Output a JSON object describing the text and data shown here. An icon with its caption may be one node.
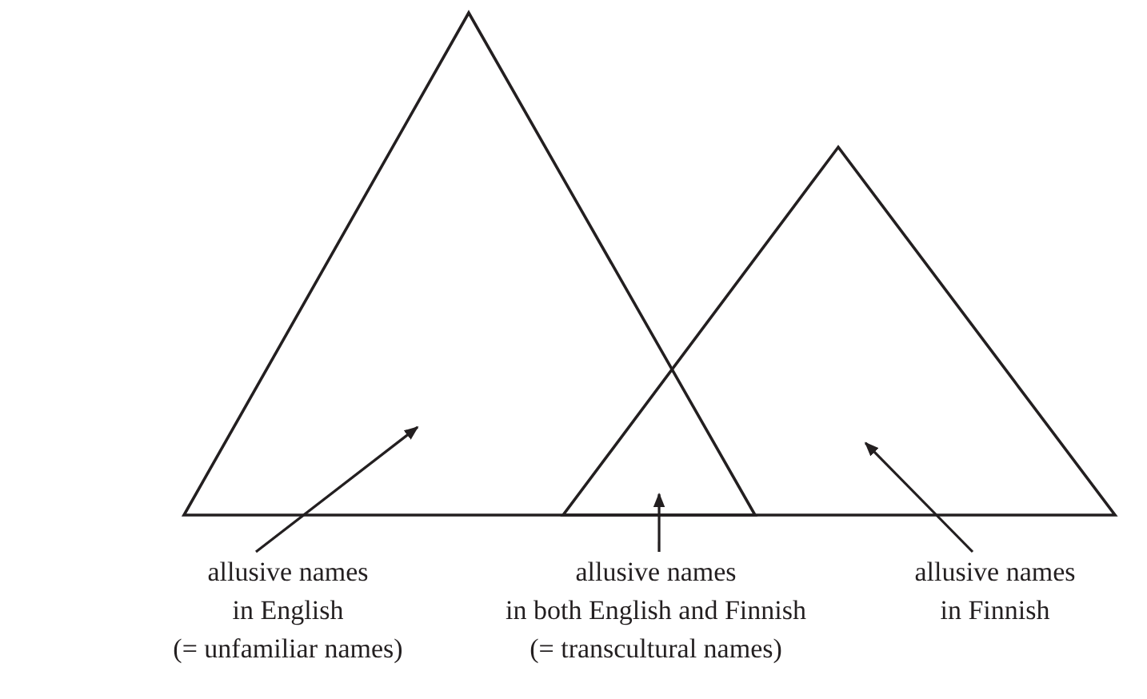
{
  "diagram": {
    "nodes": [
      {
        "text": [],
        "shape": "triangle"
      },
      {
        "text": [],
        "shape": "triangle"
      },
      {
        "text": [
          "allusive names in English",
          "(= unfamiliar names)"
        ]
      },
      {
        "text": [
          "allusive names in both English and Finnish",
          "(= transcultural names)"
        ]
      },
      {
        "text": [
          "allusive names in Finnish"
        ]
      }
    ],
    "edges": [
      {
        "from": 2,
        "to": 0,
        "arrow": "to"
      },
      {
        "from": 3,
        "to": 1,
        "arrow": "to"
      },
      {
        "from": 4,
        "to": 1,
        "arrow": "to"
      }
    ]
  }
}
